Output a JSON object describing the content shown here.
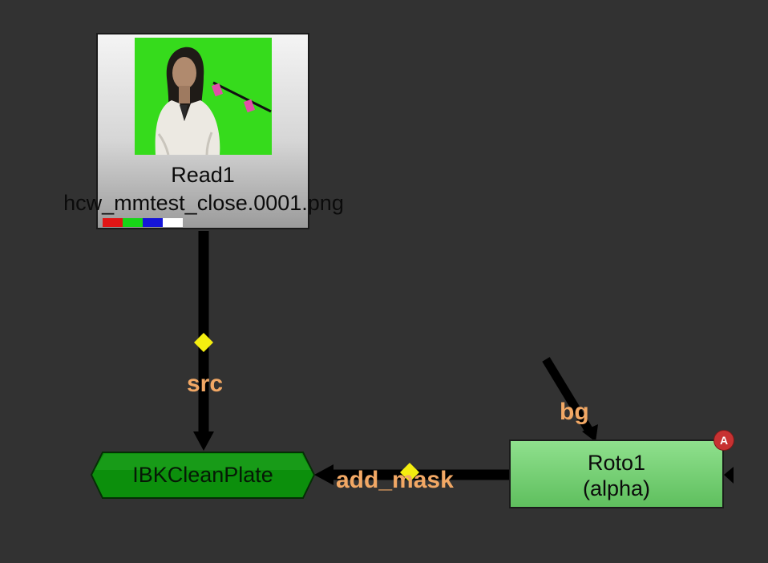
{
  "nodes": {
    "read": {
      "title": "Read1",
      "file": "hcw_mmtest_close.0001.png",
      "channels": [
        "#e11515",
        "#17d617",
        "#1515d8",
        "#ffffff"
      ]
    },
    "ibk": {
      "label": "IBKCleanPlate",
      "fill": "#0c8f0c"
    },
    "roto": {
      "title": "Roto1",
      "subtitle": "(alpha)",
      "badge": "A"
    }
  },
  "edges": {
    "src": {
      "label": "src"
    },
    "bg": {
      "label": "bg"
    },
    "mask": {
      "label": "add_mask"
    }
  },
  "colors": {
    "background": "#323232",
    "edge": "#000000",
    "edge_label": "#f2a865",
    "dot": "#f4ee10"
  }
}
